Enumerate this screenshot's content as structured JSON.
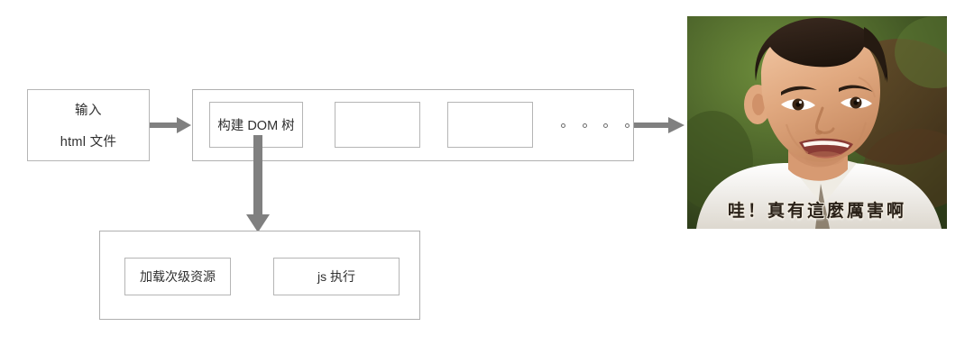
{
  "diagram": {
    "title": "browser rendering pipeline",
    "colors": {
      "box_border": "#b0b0b0",
      "inner_box_border": "#b5b5b5",
      "arrow": "#808080",
      "text": "#2f2f2f",
      "background": "#ffffff"
    },
    "input_box": {
      "line1": "输入",
      "line2": "html 文件"
    },
    "pipeline": {
      "stages": [
        {
          "label": "构建 DOM 树"
        },
        {
          "label": ""
        },
        {
          "label": ""
        }
      ],
      "ellipsis_dots": 4
    },
    "subprocess": {
      "stages": [
        {
          "label": "加载次级资源"
        },
        {
          "label": "js 执行"
        }
      ]
    },
    "arrows": [
      {
        "name": "input-to-pipeline",
        "direction": "right"
      },
      {
        "name": "dom-to-subprocess",
        "direction": "down"
      },
      {
        "name": "pipeline-to-image",
        "direction": "right"
      }
    ]
  },
  "meme": {
    "subtitle": "哇！真有這麼厲害啊",
    "alt": "smiling young man in white shirt, green outdoor background"
  }
}
